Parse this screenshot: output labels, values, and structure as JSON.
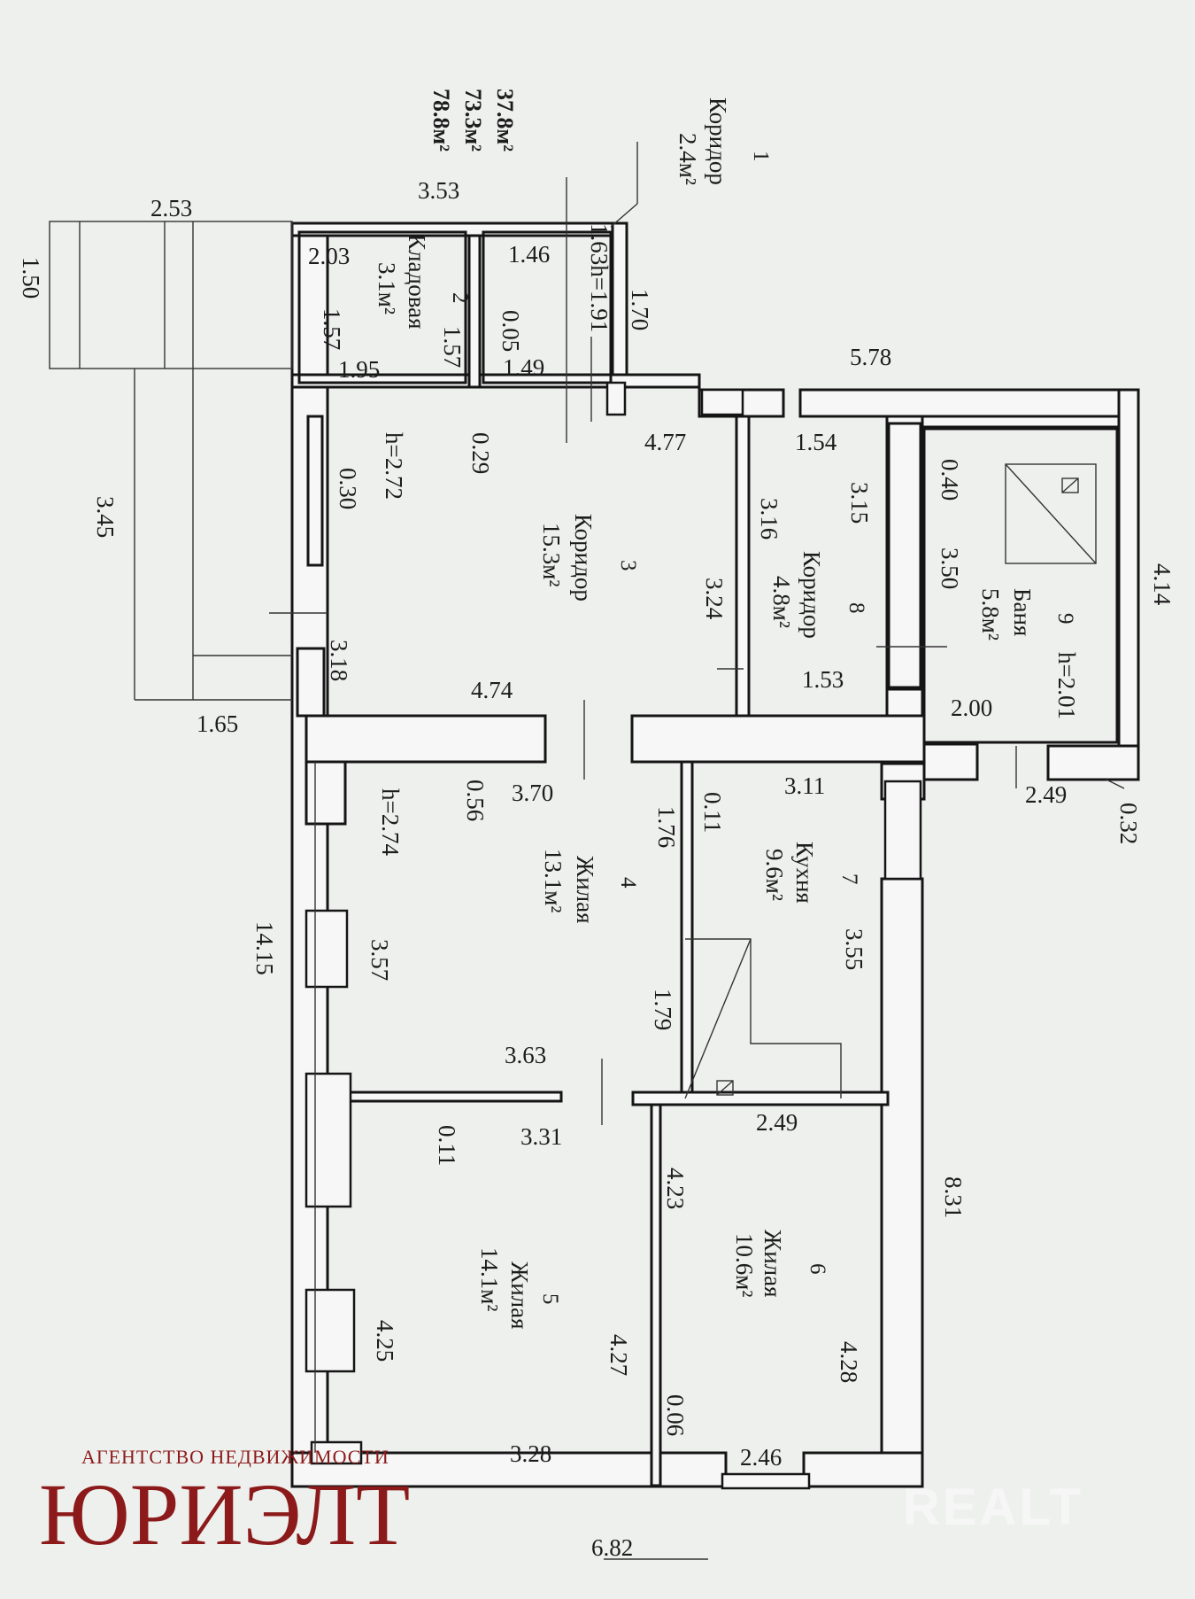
{
  "totals": [
    "37.8м²",
    "73.3м²",
    "78.8м²"
  ],
  "rooms": [
    {
      "num": "1",
      "name": "Коридор",
      "area": "2.4м²"
    },
    {
      "num": "2",
      "name": "Кладовая",
      "area": "3.1м²"
    },
    {
      "num": "3",
      "name": "Коридор",
      "area": "15.3м²"
    },
    {
      "num": "4",
      "name": "Жилая",
      "area": "13.1м²"
    },
    {
      "num": "5",
      "name": "Жилая",
      "area": "14.1м²"
    },
    {
      "num": "6",
      "name": "Жилая",
      "area": "10.6м²"
    },
    {
      "num": "7",
      "name": "Кухня",
      "area": "9.6м²"
    },
    {
      "num": "8",
      "name": "Коридор",
      "area": "4.8м²"
    },
    {
      "num": "9",
      "name": "Баня",
      "area": "5.8м²"
    }
  ],
  "heights": {
    "room1": "1.63h=1.91",
    "room3": "h=2.72",
    "room4": "h=2.74",
    "room9": "h=2.01"
  },
  "dimensions": {
    "porch_length": "2.53",
    "porch_width": "1.50",
    "porch_side": "3.45",
    "porch_step": "1.65",
    "top_wall": "3.53",
    "r2_top": "2.03",
    "r2_bottom": "1.95",
    "r2_side_a": "1.57",
    "r2_side_b": "1.57",
    "r1_top": "1.46",
    "r1_bottom": "1.49",
    "r1_wall": "0.05",
    "r1_side": "1.70",
    "right_top": "5.78",
    "r3_top": "4.77",
    "r3_bottom": "4.74",
    "r3_left": "3.18",
    "r3_right": "3.24",
    "r3_wall_a": "0.29",
    "r3_wall_b": "0.30",
    "r8_top": "1.54",
    "r8_bottom": "1.53",
    "r8_left": "3.16",
    "r8_right": "3.15",
    "r9_wall": "0.40",
    "r9_side": "3.50",
    "r9_bottom": "2.00",
    "right_side": "4.14",
    "door_w": "2.49",
    "ext_wall": "0.32",
    "r4_top": "3.70",
    "r4_bottom": "3.63",
    "r4_left": "3.57",
    "r4_right_a": "1.76",
    "r4_right_b": "1.79",
    "r4_wall": "0.56",
    "r7_top": "3.11",
    "r7_bottom": "2.49",
    "r7_right": "3.55",
    "r7_wall": "0.11",
    "left_total": "14.15",
    "right_lower": "8.31",
    "r5_top": "3.31",
    "r5_bottom": "3.28",
    "r5_left": "4.25",
    "r5_right": "4.27",
    "r5_wall": "0.11",
    "r6_left": "4.23",
    "r6_right": "4.28",
    "r6_bottom": "2.46",
    "r6_wall": "0.06",
    "bottom_total": "6.82"
  },
  "agency": {
    "label": "АГЕНТСТВО НЕДВИЖИМОСТИ",
    "name": "ЮРИЭЛТ"
  },
  "watermark": "REALT"
}
